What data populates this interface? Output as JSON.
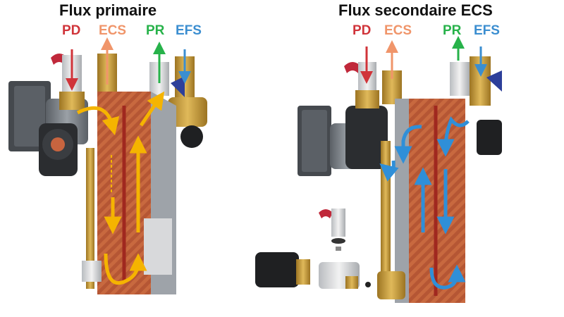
{
  "left": {
    "title": "Flux primaire",
    "labels": [
      {
        "text": "PD",
        "color": "#d0343a"
      },
      {
        "text": "ECS",
        "color": "#f0956a"
      },
      {
        "text": "PR",
        "color": "#27b24a"
      },
      {
        "text": "EFS",
        "color": "#3b8ed0"
      }
    ]
  },
  "right": {
    "title": "Flux secondaire ECS",
    "labels": [
      {
        "text": "PD",
        "color": "#d0343a"
      },
      {
        "text": "ECS",
        "color": "#f0956a"
      },
      {
        "text": "PR",
        "color": "#27b24a"
      },
      {
        "text": "EFS",
        "color": "#3b8ed0"
      }
    ]
  },
  "colors": {
    "primary_flow": "#f5b400",
    "cold_flow": "#2f8fd8",
    "hot_flow": "#d0343a",
    "copper": "#c7643f",
    "brass": "#c79a38",
    "body_grey": "#7a7f86"
  }
}
